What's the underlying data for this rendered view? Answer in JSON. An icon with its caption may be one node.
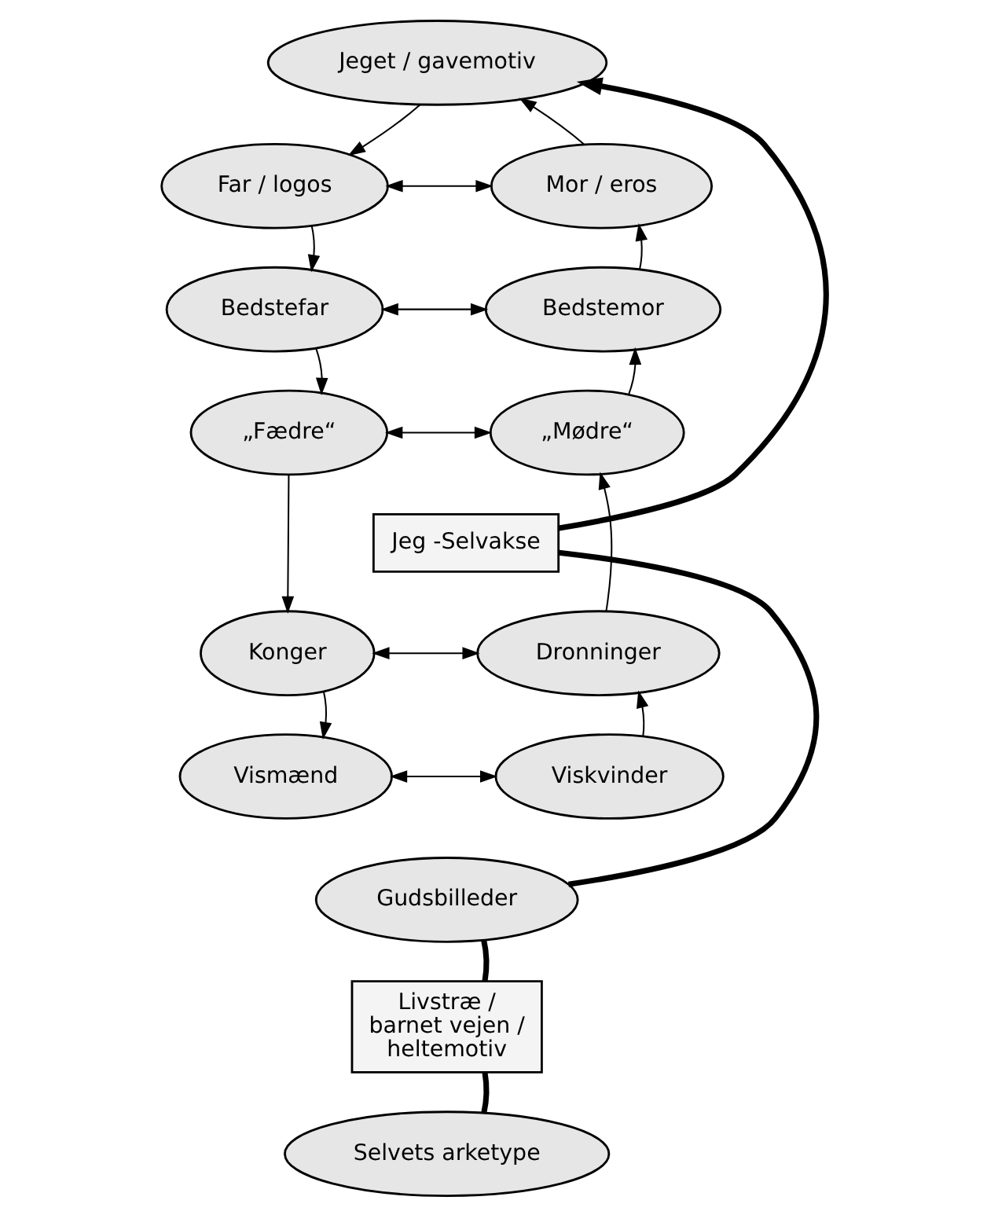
{
  "diagram": {
    "nodes": [
      {
        "text": [
          "Jeget / gavemotiv"
        ]
      },
      {
        "text": [
          "Far / logos"
        ]
      },
      {
        "text": [
          "Mor / eros"
        ]
      },
      {
        "text": [
          "Bedstefar"
        ]
      },
      {
        "text": [
          "Bedstemor"
        ]
      },
      {
        "text": [
          "„Fædre“"
        ]
      },
      {
        "text": [
          "„Mødre“"
        ]
      },
      {
        "text": [
          "Jeg -Selvakse"
        ]
      },
      {
        "text": [
          "Konger"
        ]
      },
      {
        "text": [
          "Dronninger"
        ]
      },
      {
        "text": [
          "Vismænd"
        ]
      },
      {
        "text": [
          "Viskvinder"
        ]
      },
      {
        "text": [
          "Gudsbilleder"
        ]
      },
      {
        "text": [
          "Livstræ / barnet vejen / heltemotiv"
        ]
      },
      {
        "text": [
          "Selvets arketype"
        ]
      }
    ],
    "edges": [
      {
        "from": 0,
        "to": 1,
        "arrow": "to"
      },
      {
        "from": 2,
        "to": 0,
        "arrow": "to"
      },
      {
        "from": 1,
        "to": 2,
        "arrow": "both"
      },
      {
        "from": 3,
        "to": 4,
        "arrow": "both"
      },
      {
        "from": 5,
        "to": 6,
        "arrow": "both"
      },
      {
        "from": 8,
        "to": 9,
        "arrow": "both"
      },
      {
        "from": 10,
        "to": 11,
        "arrow": "both"
      },
      {
        "from": 1,
        "to": 3,
        "arrow": "to"
      },
      {
        "from": 3,
        "to": 5,
        "arrow": "to"
      },
      {
        "from": 5,
        "to": 8,
        "arrow": "to"
      },
      {
        "from": 8,
        "to": 10,
        "arrow": "to"
      },
      {
        "from": 11,
        "to": 9,
        "arrow": "to"
      },
      {
        "from": 9,
        "to": 6,
        "arrow": "to"
      },
      {
        "from": 6,
        "to": 4,
        "arrow": "to"
      },
      {
        "from": 4,
        "to": 2,
        "arrow": "to"
      },
      {
        "from": 14,
        "to": 13,
        "arrow": "none",
        "style": "thick"
      },
      {
        "from": 13,
        "to": 12,
        "arrow": "none",
        "style": "thick"
      },
      {
        "from": 12,
        "to": 7,
        "arrow": "none",
        "style": "thick"
      },
      {
        "from": 7,
        "to": 0,
        "arrow": "to",
        "style": "thick"
      }
    ]
  }
}
